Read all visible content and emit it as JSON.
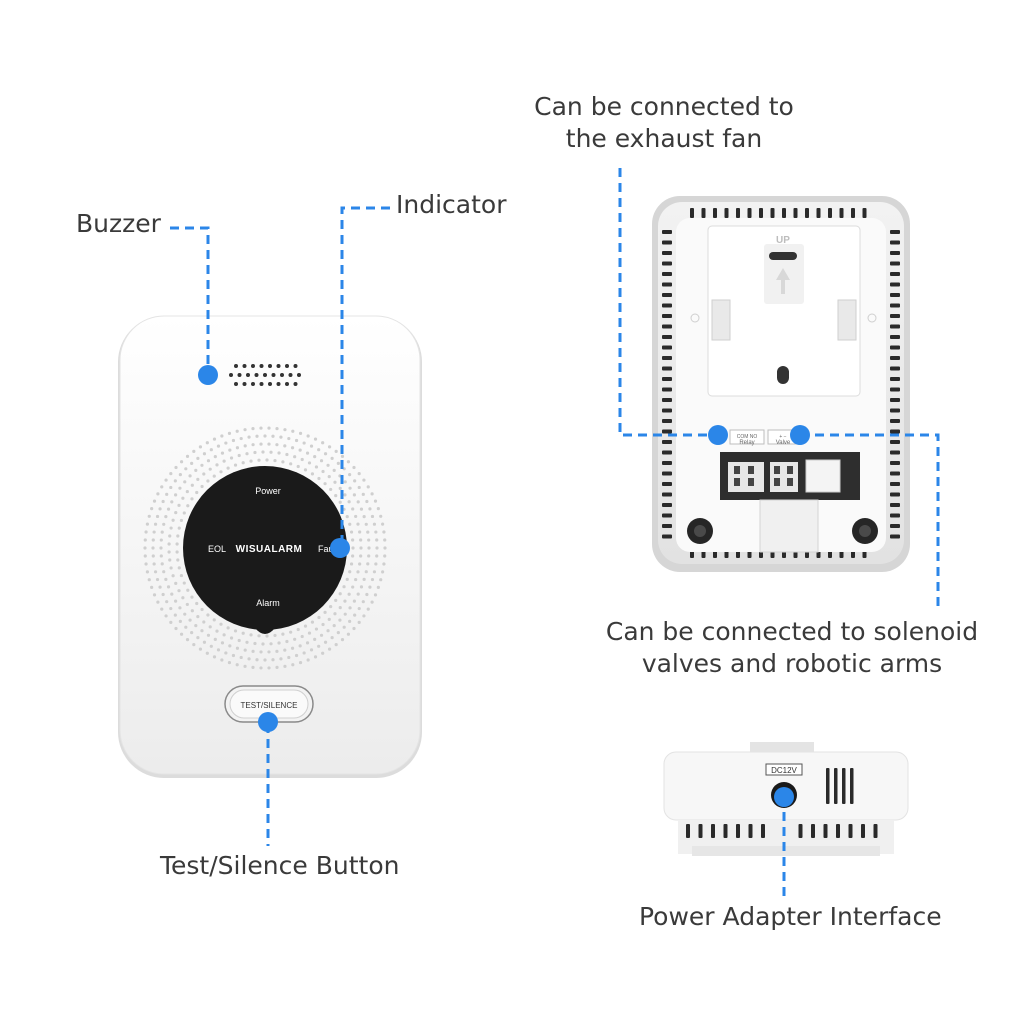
{
  "callouts": {
    "buzzer": "Buzzer",
    "indicator": "Indicator",
    "test_silence_button": "Test/Silence Button",
    "exhaust_fan": [
      "Can be connected to",
      "the exhaust fan"
    ],
    "solenoid": [
      "Can be connected to solenoid",
      "valves and robotic arms"
    ],
    "power_adapter": "Power Adapter Interface"
  },
  "device_front": {
    "brand": "WISUALARM",
    "led_power": "Power",
    "led_eol": "EOL",
    "led_fault": "Fault",
    "led_alarm": "Alarm",
    "button_label": "TEST/SILENCE"
  },
  "device_back": {
    "up_mark": "UP",
    "terminal_relay_top": "COM  NO",
    "terminal_relay": "Relay",
    "terminal_valve_top": "+  −",
    "terminal_valve": "Valve"
  },
  "device_bottom": {
    "dc_label": "DC12V"
  },
  "colors": {
    "callout_line": "#2b86e8",
    "callout_dot": "#2b86e8",
    "text": "#3a3a3a",
    "device_body": "#f7f7f7",
    "indicator_face": "#1a1a1a"
  }
}
